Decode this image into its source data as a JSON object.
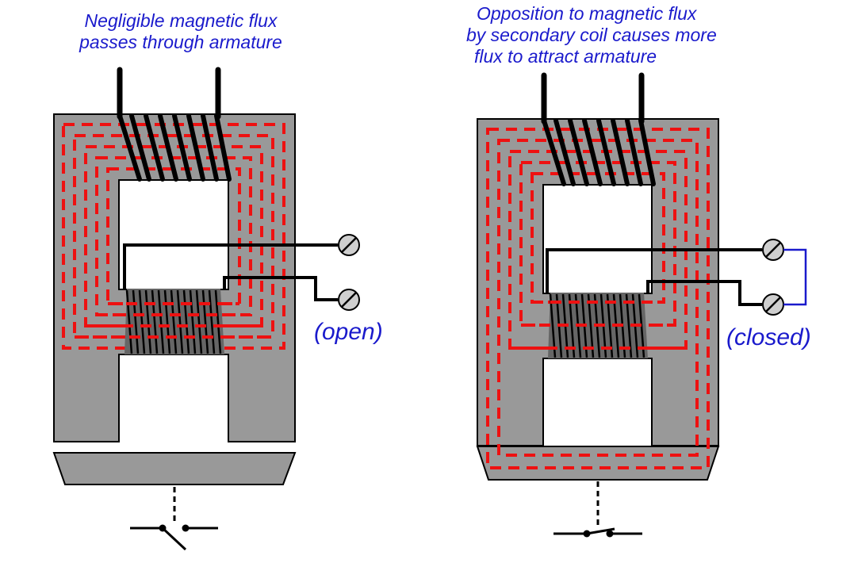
{
  "left": {
    "caption_lines": [
      "Negligible magnetic flux",
      "passes through armature"
    ],
    "state_label": "(open)"
  },
  "right": {
    "caption_lines": [
      "Opposition to magnetic flux",
      "by secondary coil causes more",
      "flux to attract armature"
    ],
    "state_label": "(closed)"
  },
  "colors": {
    "core_fill": "#999999",
    "flux": "#ee1111",
    "text": "#1a1acc",
    "short_wire": "#1a1acc",
    "outline": "#000000"
  }
}
